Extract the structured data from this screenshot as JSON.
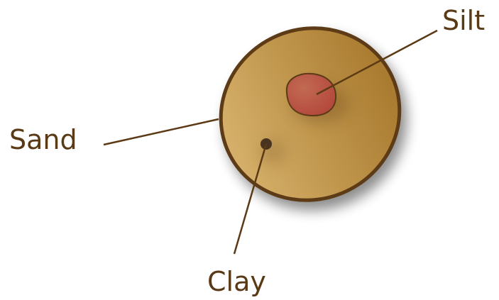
{
  "labels": {
    "silt": "Silt",
    "sand": "Sand",
    "clay": "Clay"
  },
  "colors": {
    "text": "#5a3a16",
    "outline": "#5b3a15",
    "sand_light": "#d6b06a",
    "sand_dark": "#a87a2e",
    "silt_fill": "#b2443a",
    "clay_fill": "#4a3320",
    "leader_line": "#5b3a15"
  }
}
